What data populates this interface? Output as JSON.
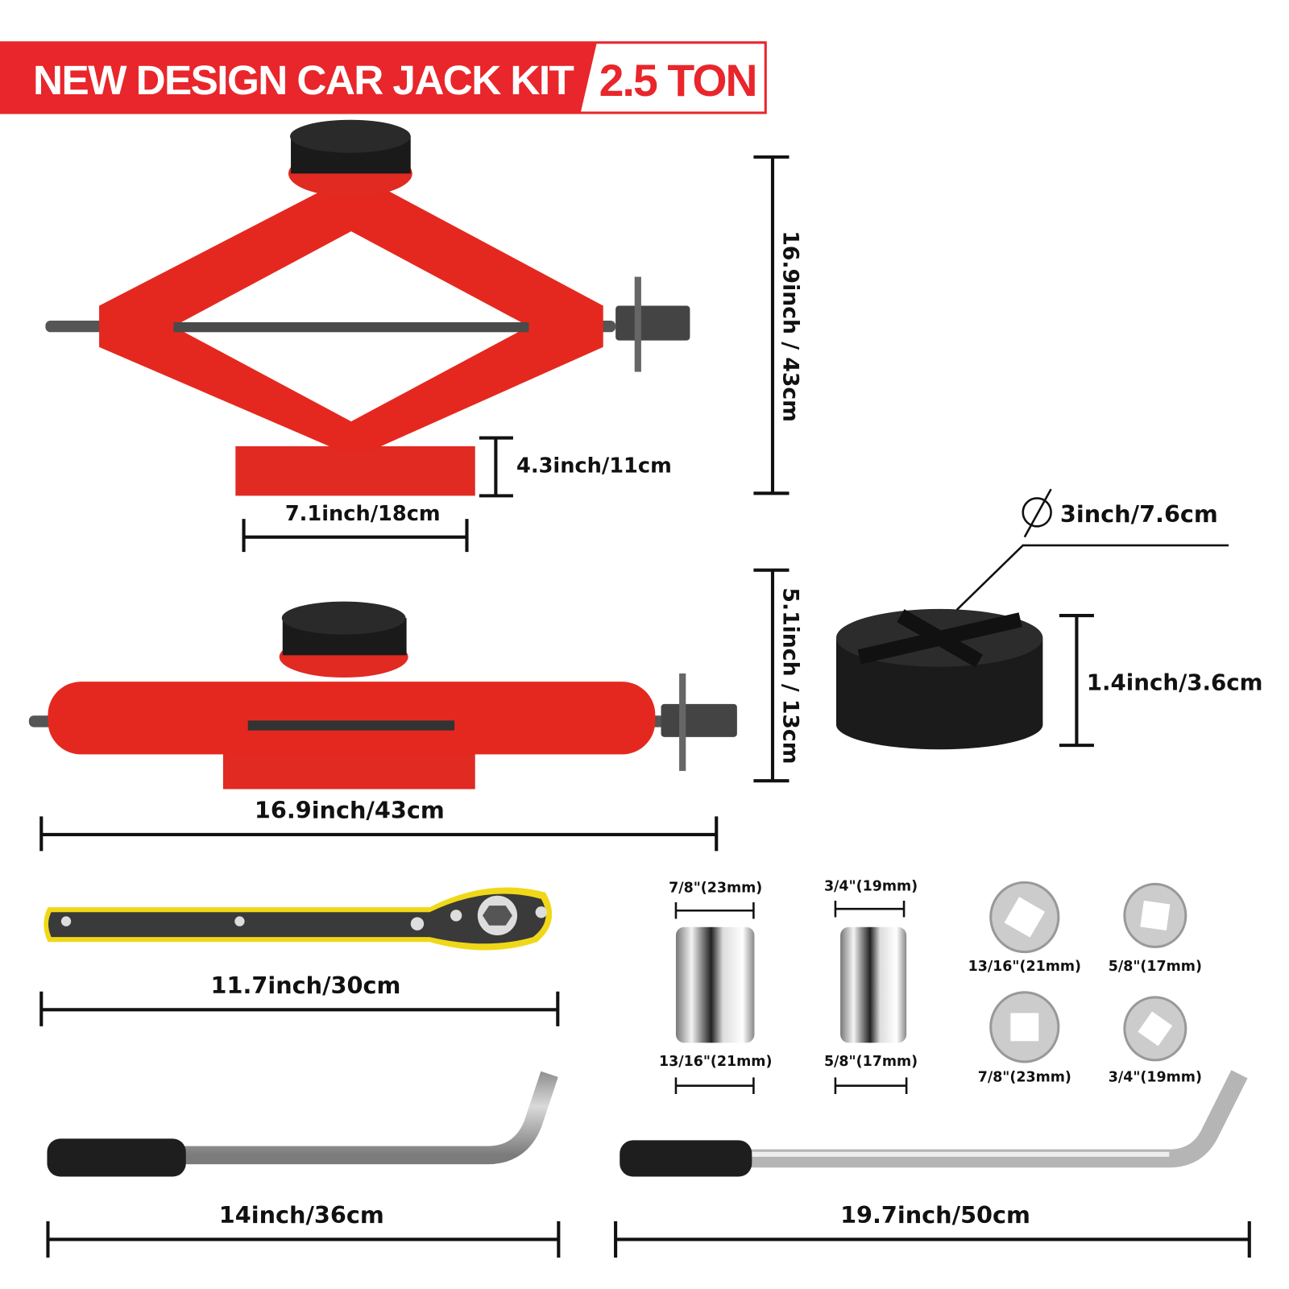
{
  "header": {
    "title": "NEW DESIGN CAR JACK KIT",
    "capacity": "2.5 TON",
    "accent_color": "#e8262b"
  },
  "jack_raised": {
    "height_label": "16.9inch / 43cm",
    "base_height_label": "4.3inch/11cm",
    "base_width_label": "7.1inch/18cm"
  },
  "jack_lowered": {
    "height_label": "5.1inch / 13cm",
    "length_label": "16.9inch/43cm"
  },
  "rubber_pad": {
    "diameter_symbol": "⌀",
    "diameter_label": "3inch/7.6cm",
    "height_label": "1.4inch/3.6cm"
  },
  "ratchet_wrench": {
    "length_label": "11.7inch/30cm"
  },
  "sockets": {
    "large": {
      "top": "7/8\"(23mm)",
      "bottom": "13/16\"(21mm)"
    },
    "small": {
      "top": "3/4\"(19mm)",
      "bottom": "5/8\"(17mm)"
    },
    "ends": [
      "13/16\"(21mm)",
      "5/8\"(17mm)",
      "7/8\"(23mm)",
      "3/4\"(19mm)"
    ]
  },
  "lug_wrench_short": {
    "length_label": "14inch/36cm"
  },
  "lug_wrench_long": {
    "length_label": "19.7inch/50cm"
  }
}
